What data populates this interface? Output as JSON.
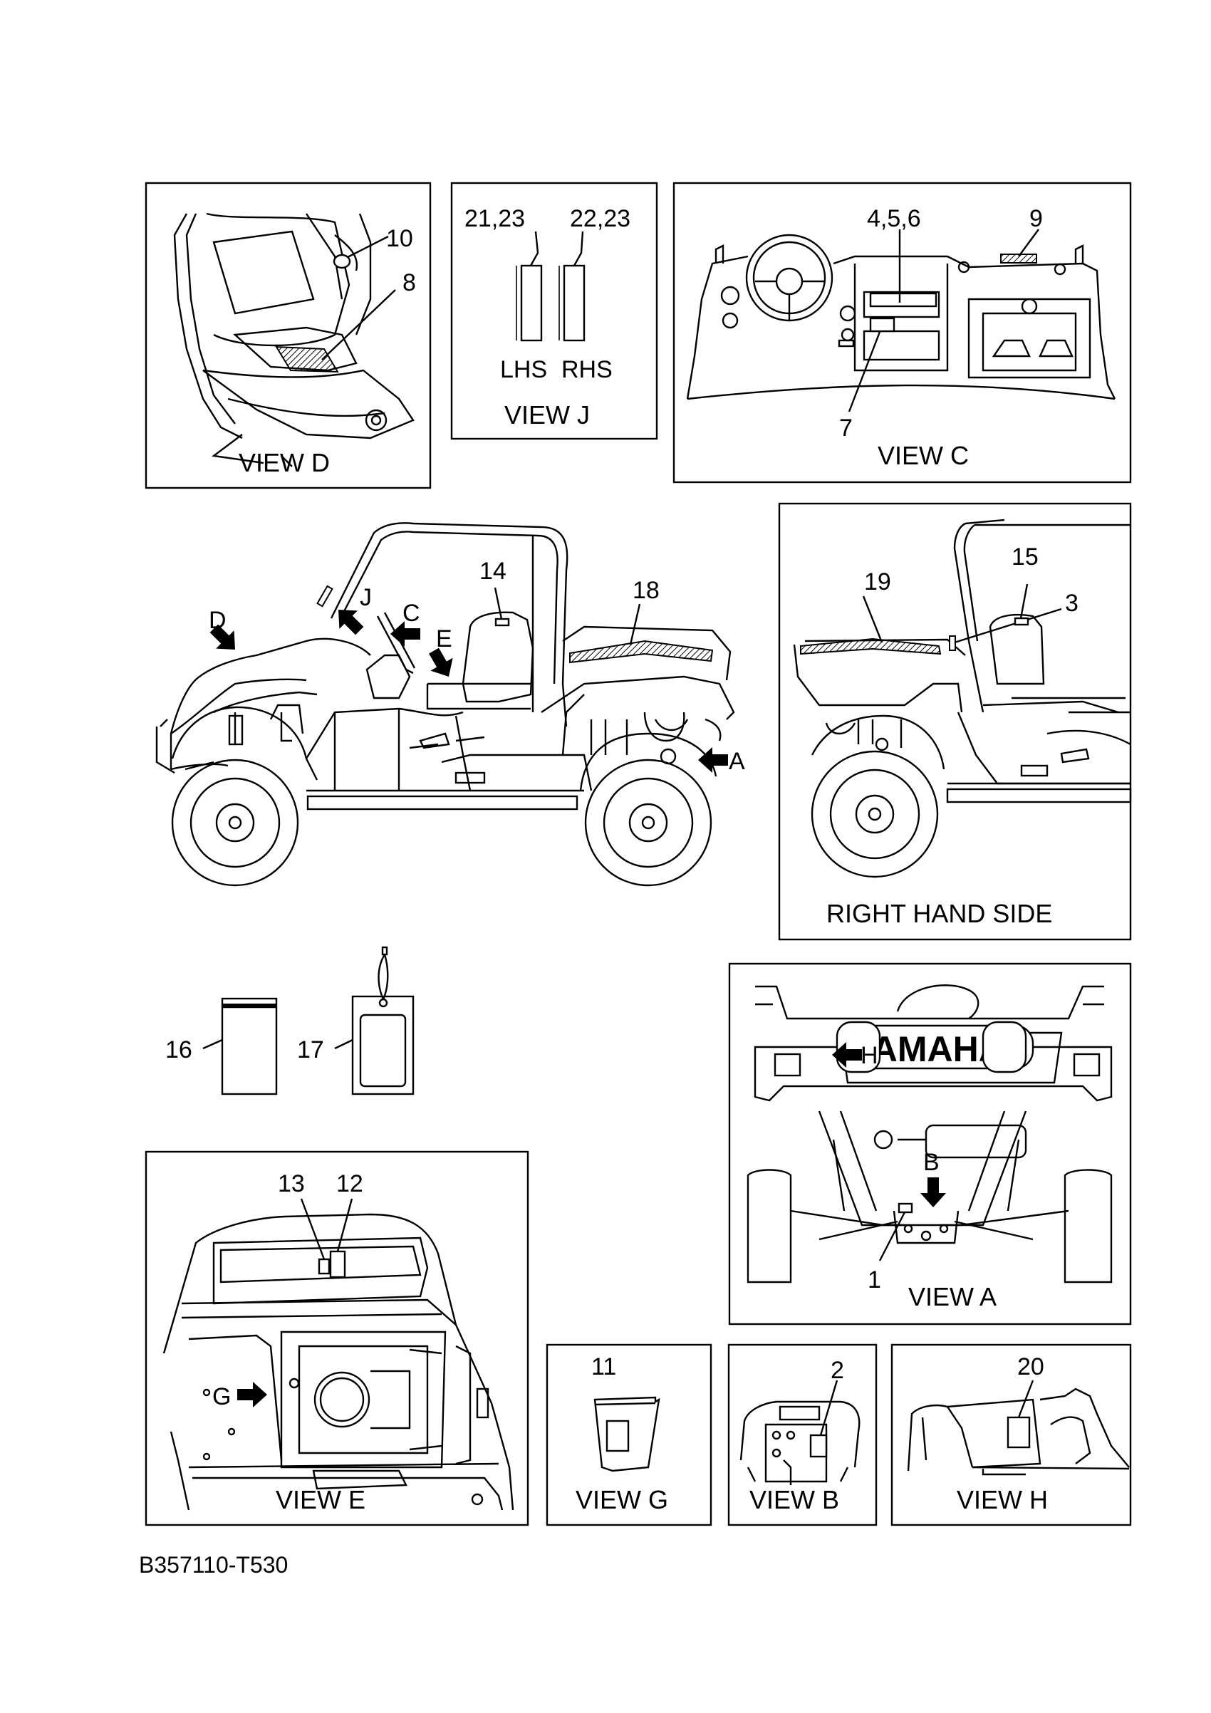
{
  "views": {
    "view_d": {
      "caption": "VIEW D",
      "callouts": [
        "10",
        "8"
      ]
    },
    "view_j": {
      "caption": "VIEW J",
      "callouts": [
        "21,23",
        "22,23"
      ],
      "sides": [
        "LHS",
        "RHS"
      ]
    },
    "view_c": {
      "caption": "VIEW C",
      "callouts": [
        "4,5,6",
        "9",
        "7"
      ]
    },
    "main": {
      "callouts": [
        "14",
        "18"
      ],
      "arrows": [
        "D",
        "J",
        "C",
        "E",
        "A"
      ]
    },
    "right_hand_side": {
      "caption": "RIGHT HAND SIDE",
      "callouts": [
        "19",
        "15",
        "3"
      ]
    },
    "loose_parts": {
      "callouts": [
        "16",
        "17"
      ]
    },
    "view_a": {
      "caption": "VIEW A",
      "callouts": [
        "1"
      ],
      "arrows": [
        "H",
        "B"
      ],
      "brand_text": "YAMAHA"
    },
    "view_e": {
      "caption": "VIEW E",
      "callouts": [
        "13",
        "12"
      ],
      "arrows": [
        "G"
      ]
    },
    "view_g": {
      "caption": "VIEW G",
      "callouts": [
        "11"
      ]
    },
    "view_b": {
      "caption": "VIEW B",
      "callouts": [
        "2"
      ]
    },
    "view_h": {
      "caption": "VIEW H",
      "callouts": [
        "20"
      ]
    }
  },
  "part_number": "B357110-T530"
}
